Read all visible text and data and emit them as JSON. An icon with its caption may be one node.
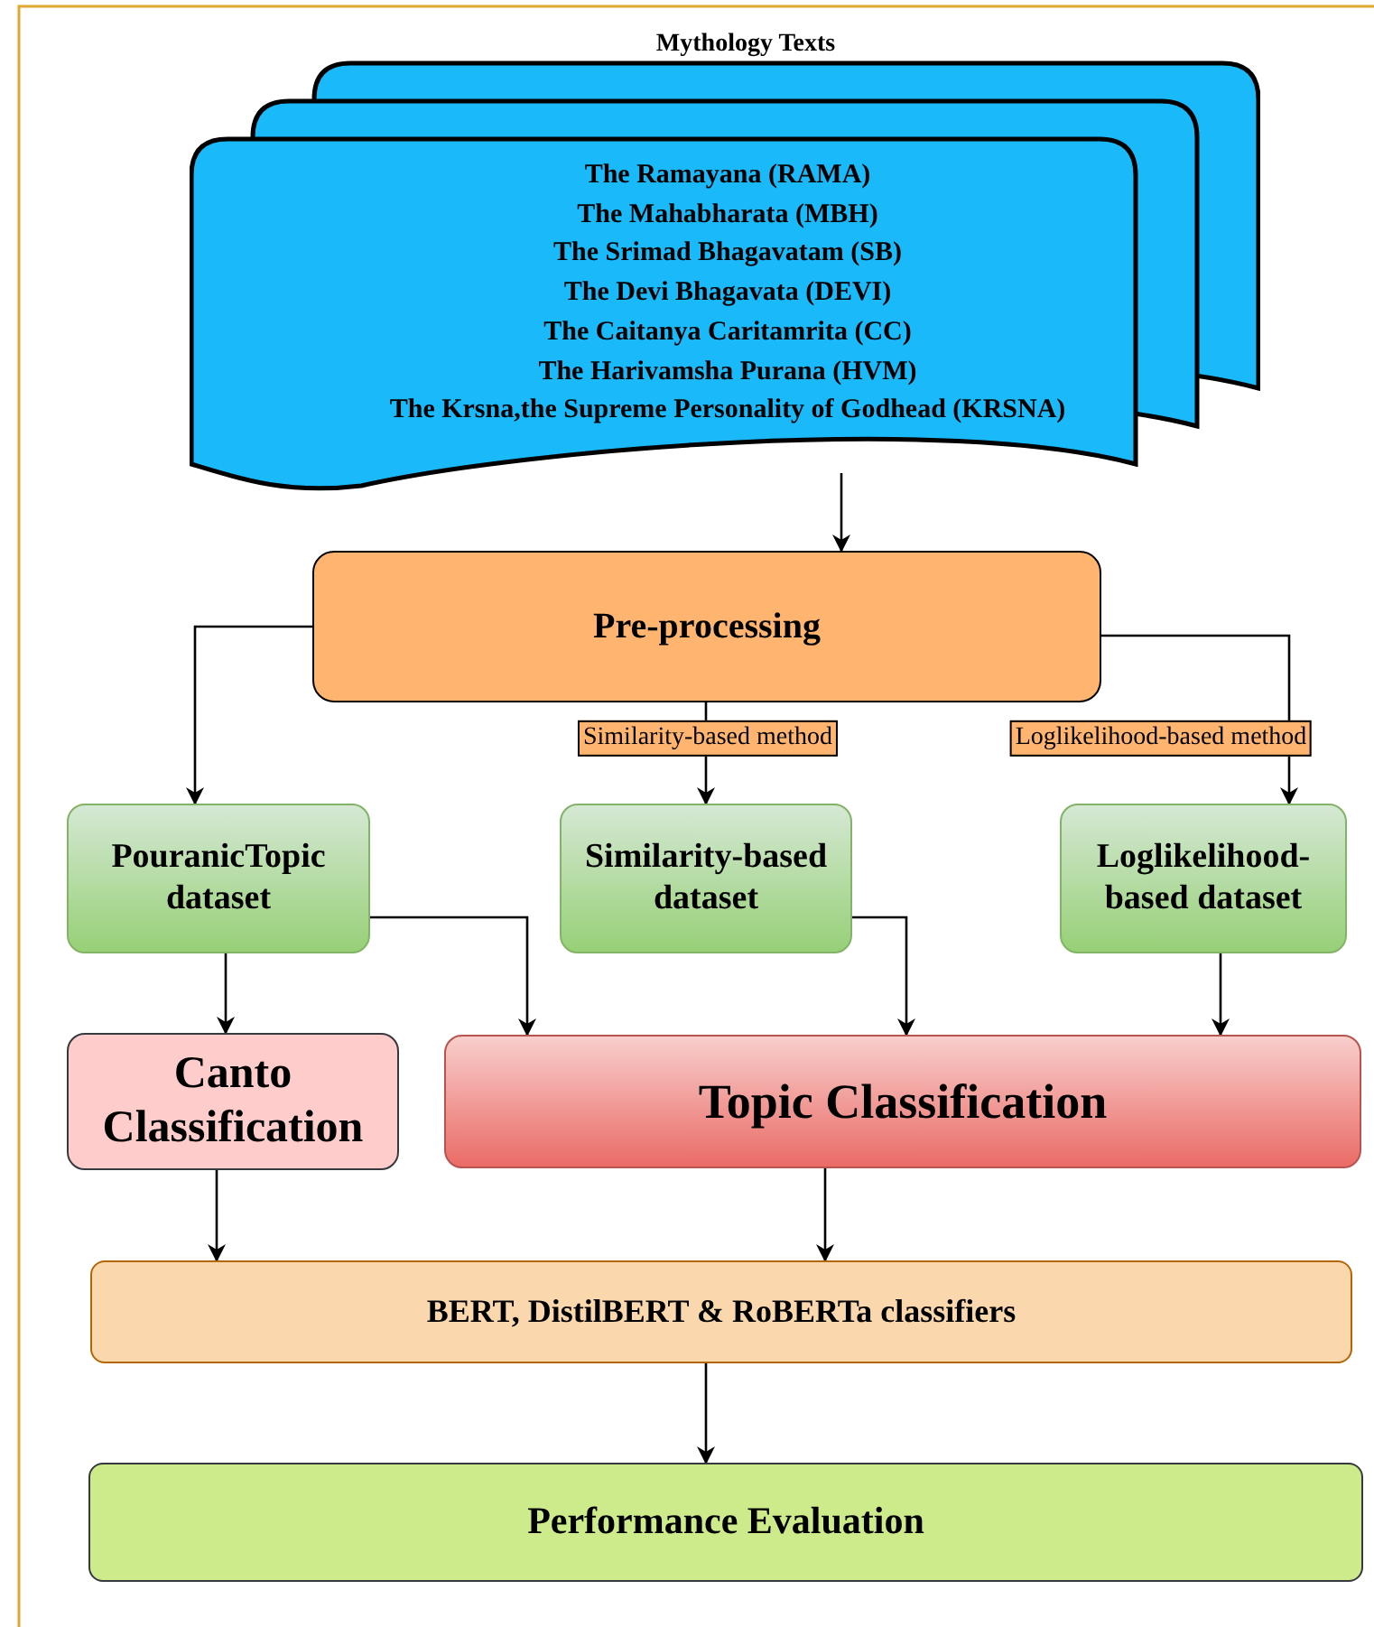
{
  "diagram": {
    "nodes": [
      {
        "text": [
          "Mythology Texts",
          "The Ramayana (RAMA)",
          "The Mahabharata (MBH)",
          "The Srimad Bhagavatam (SB)",
          "The Devi Bhagavata (DEVI)",
          "The Caitanya Caritamrita (CC)",
          "The Harivamsha Purana (HVM)",
          "The Krsna,the Supreme Personality of Godhead (KRSNA)"
        ]
      },
      {
        "text": [
          "Pre-processing"
        ]
      },
      {
        "text": [
          "PouranicTopic dataset"
        ]
      },
      {
        "text": [
          "Similarity-based dataset"
        ]
      },
      {
        "text": [
          "Loglikelihood-based dataset"
        ]
      },
      {
        "text": [
          "Canto Classification"
        ]
      },
      {
        "text": [
          "Topic Classification"
        ]
      },
      {
        "text": [
          "BERT, DistilBERT & RoBERTa classifiers"
        ]
      },
      {
        "text": [
          "Performance Evaluation"
        ]
      }
    ],
    "edges": [
      {
        "from": 0,
        "to": 1,
        "arrow": "to"
      },
      {
        "from": 1,
        "to": 2,
        "arrow": "to"
      },
      {
        "from": 1,
        "to": 3,
        "arrow": "to",
        "label": "Similarity-based method"
      },
      {
        "from": 1,
        "to": 4,
        "arrow": "to",
        "label": "Loglikelihood-based method"
      },
      {
        "from": 2,
        "to": 5,
        "arrow": "to"
      },
      {
        "from": 2,
        "to": 6,
        "arrow": "to"
      },
      {
        "from": 3,
        "to": 6,
        "arrow": "to"
      },
      {
        "from": 4,
        "to": 6,
        "arrow": "to"
      },
      {
        "from": 5,
        "to": 7,
        "arrow": "to"
      },
      {
        "from": 6,
        "to": 7,
        "arrow": "to"
      },
      {
        "from": 7,
        "to": 8,
        "arrow": "to"
      }
    ]
  }
}
